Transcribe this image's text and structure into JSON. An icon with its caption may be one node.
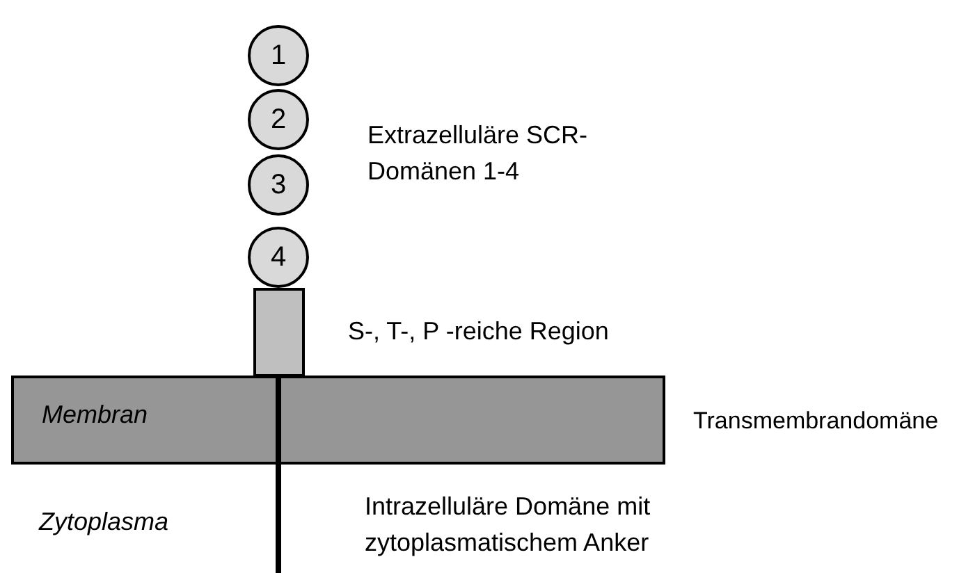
{
  "diagram": {
    "nodes": [
      {
        "text": [
          "1"
        ]
      },
      {
        "text": [
          "2"
        ]
      },
      {
        "text": [
          "3"
        ]
      },
      {
        "text": [
          "4"
        ]
      },
      {
        "text": [],
        "shape": "box"
      },
      {
        "text": [
          "Membran"
        ]
      }
    ],
    "labels": [
      "Extrazelluläre SCR-Domänen 1-4",
      "S-, T-, P -reiche Region",
      "Transmembrandomäne",
      "Zytoplasma",
      "Intrazelluläre Domäne mit zytoplasmatischem Anker"
    ]
  }
}
